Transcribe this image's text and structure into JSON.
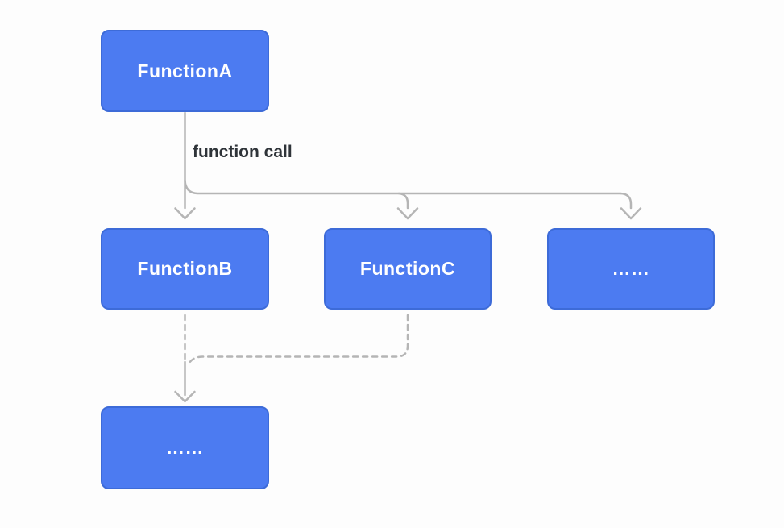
{
  "diagram": {
    "type": "flowchart",
    "edge_label": "function call",
    "nodes": [
      {
        "id": "function-a",
        "label": "FunctionA"
      },
      {
        "id": "function-b",
        "label": "FunctionB"
      },
      {
        "id": "function-c",
        "label": "FunctionC"
      },
      {
        "id": "more-callees",
        "label": "……"
      },
      {
        "id": "more-nested",
        "label": "……"
      }
    ],
    "edges": [
      {
        "from": "FunctionA",
        "to": "FunctionB",
        "label": "function call",
        "style": "solid-arrow"
      },
      {
        "from": "FunctionA",
        "to": "FunctionC",
        "label": "function call",
        "style": "solid-arrow"
      },
      {
        "from": "FunctionA",
        "to": "……",
        "label": "function call",
        "style": "solid-arrow"
      },
      {
        "from": "FunctionB",
        "to": "……",
        "style": "dashed-arrow"
      },
      {
        "from": "FunctionC",
        "to": "……",
        "style": "dashed-arrow"
      }
    ],
    "colors": {
      "background": "#FDFDFD",
      "node_fill": "#4C7BF1",
      "node_border": "#3D6BD8",
      "node_text": "#FFFFFF",
      "connector": "#B5B5B5",
      "label_text": "#2F3439"
    }
  }
}
